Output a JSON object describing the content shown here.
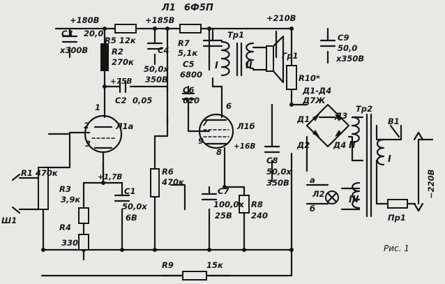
{
  "figure": {
    "caption": "Рис. 1",
    "colors": {
      "ink": "#141414",
      "paper": "#e9e9e4"
    }
  },
  "tube": {
    "label": "Л1",
    "type": "6Ф5П",
    "triode_section": "Л1а",
    "pentode_section": "Л1б"
  },
  "supply": {
    "top_180": "+180В",
    "top_185": "+185В",
    "top_210": "+210В",
    "plate_75": "+75В",
    "cathode_17": "+1,7В",
    "cathode_16": "+16В"
  },
  "resistors": {
    "R1": "R1 470к",
    "R2": "R2",
    "R2_val": "270к",
    "R3": "R3",
    "R3_val": "3,9к",
    "R4": "R4",
    "R4_val": "330",
    "R5": "R5 12к",
    "R6": "R6",
    "R6_val": "470к",
    "R7": "R7",
    "R7_val": "5,1к",
    "R8": "R8",
    "R8_val": "240",
    "R9": "R9",
    "R9_val": "15к",
    "R10": "R10*"
  },
  "capacitors": {
    "C1": "C1",
    "C1_val1": "50,0х",
    "C1_val2": "6В",
    "C2": "C2",
    "C2_val": "0,05",
    "C3": "C3",
    "C3_val1": "20,0",
    "C3_val2": "х300В",
    "C4": "C4",
    "C4_val1": "50,0х",
    "C4_val2": "350В",
    "C5": "C5",
    "C5_val": "6800",
    "C6": "C6",
    "C6_val": "620",
    "C7": "C7",
    "C7_val1": "100,0х",
    "C7_val2": "25В",
    "C8": "C8",
    "C8_val1": "50,0х",
    "C8_val2": "350В",
    "C9": "C9",
    "C9_val1": "50,0",
    "C9_val2": "х350В"
  },
  "transformers": {
    "tr1": "Тр1",
    "tr1_w1": "I",
    "tr1_w2": "II",
    "tr2": "Тр2",
    "tr2_w1": "I",
    "tr2_w2": "II",
    "tr2_w3": "III"
  },
  "diodes": {
    "group": "Д1-Д4",
    "type": "Д7Ж",
    "D1": "Д1",
    "D2": "Д2",
    "D3": "Д3",
    "D4": "Д4"
  },
  "misc": {
    "speaker": "Гр1",
    "lamp": "Л2",
    "switch": "В1",
    "fuse": "Пр1",
    "mains": "~220В",
    "connector": "Ш1",
    "node_a": "а",
    "node_b": "б"
  },
  "pins": {
    "p1": "1",
    "p2": "2",
    "p3": "3",
    "p6": "6",
    "p7": "7",
    "p8": "8",
    "p9": "9"
  }
}
